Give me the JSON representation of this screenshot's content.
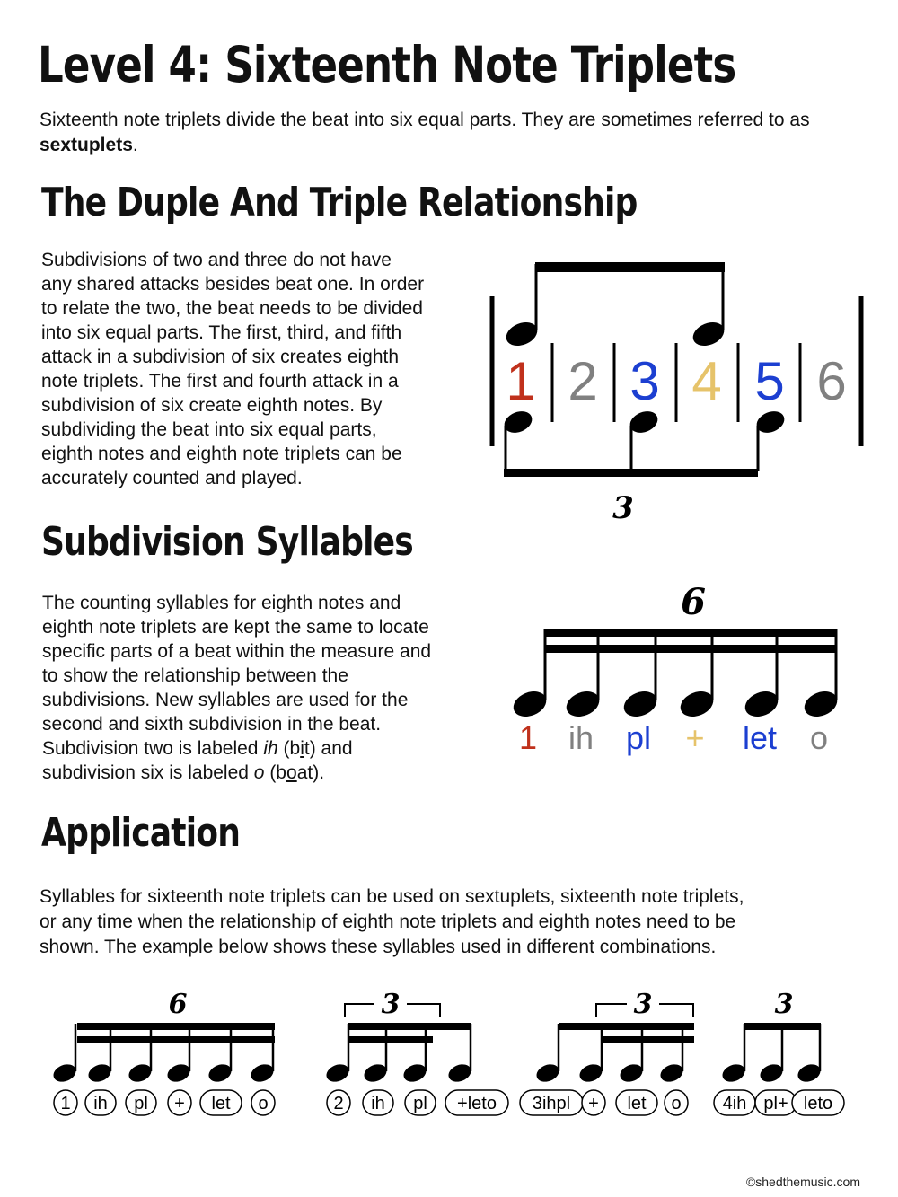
{
  "title": "Level 4: Sixteenth Note Triplets",
  "intro": {
    "before": "Sixteenth note triplets divide the beat into six equal parts. They are sometimes referred to as ",
    "bold": "sextuplets",
    "after": "."
  },
  "section1": {
    "heading": "The Duple And Triple Relationship",
    "lines": [
      "Subdivisions of two and three do not have",
      "any shared attacks besides beat one. In order",
      "to relate the two, the beat needs to be divided",
      "into six equal parts. The first, third, and fifth",
      "attack in a subdivision of six creates eighth",
      "note triplets. The first and fourth attack in a",
      "subdivision of six create eighth notes. By",
      "subdividing the beat into six equal parts,",
      "eighth notes and eighth note triplets can be",
      "accurately counted and played."
    ],
    "figure": {
      "numbers": [
        "1",
        "2",
        "3",
        "4",
        "5",
        "6"
      ],
      "colors": [
        "#c0311c",
        "#808080",
        "#1c3fd1",
        "#e6c36a",
        "#1c3fd1",
        "#808080"
      ],
      "tuplet": "3"
    }
  },
  "section2": {
    "heading": "Subdivision Syllables",
    "lines": [
      "The counting syllables for eighth notes and",
      "eighth note triplets are kept the same to locate",
      "specific parts of a beat within the measure and",
      "to show the relationship between the",
      "subdivisions. New syllables are used for the",
      "second and sixth subdivision in the beat."
    ],
    "line7": {
      "a": "Subdivision two is labeled ",
      "ital": "ih",
      "b": " (b",
      "u": "i",
      "c": "t) and"
    },
    "line8": {
      "a": "subdivision six is labeled ",
      "ital": "o",
      "b": " (b",
      "u": "o",
      "c": "at)."
    },
    "figure": {
      "tuplet": "6",
      "syllables": [
        "1",
        "ih",
        "pl",
        "+",
        "let",
        "o"
      ],
      "colors": [
        "#c0311c",
        "#808080",
        "#1c3fd1",
        "#e6c36a",
        "#1c3fd1",
        "#808080"
      ]
    }
  },
  "section3": {
    "heading": "Application",
    "lines": [
      "Syllables for sixteenth note triplets can be used on sextuplets, sixteenth note triplets,",
      "or any time when the relationship of eighth note triplets and eighth notes need to be",
      "shown. The example below shows these syllables used in different combinations."
    ],
    "examples": [
      {
        "tuplet": "6",
        "labels": [
          "1",
          "ih",
          "pl",
          "+",
          "let",
          "o"
        ]
      },
      {
        "tuplet": "3",
        "labels": [
          "2",
          "ih",
          "pl",
          "+leto"
        ]
      },
      {
        "tuplet": "3",
        "labels": [
          "3ihpl",
          "+",
          "let",
          "o"
        ]
      },
      {
        "tuplet": "3",
        "labels": [
          "4ih",
          "pl+",
          "leto"
        ]
      }
    ]
  },
  "footer": "©shedthemusic.com"
}
